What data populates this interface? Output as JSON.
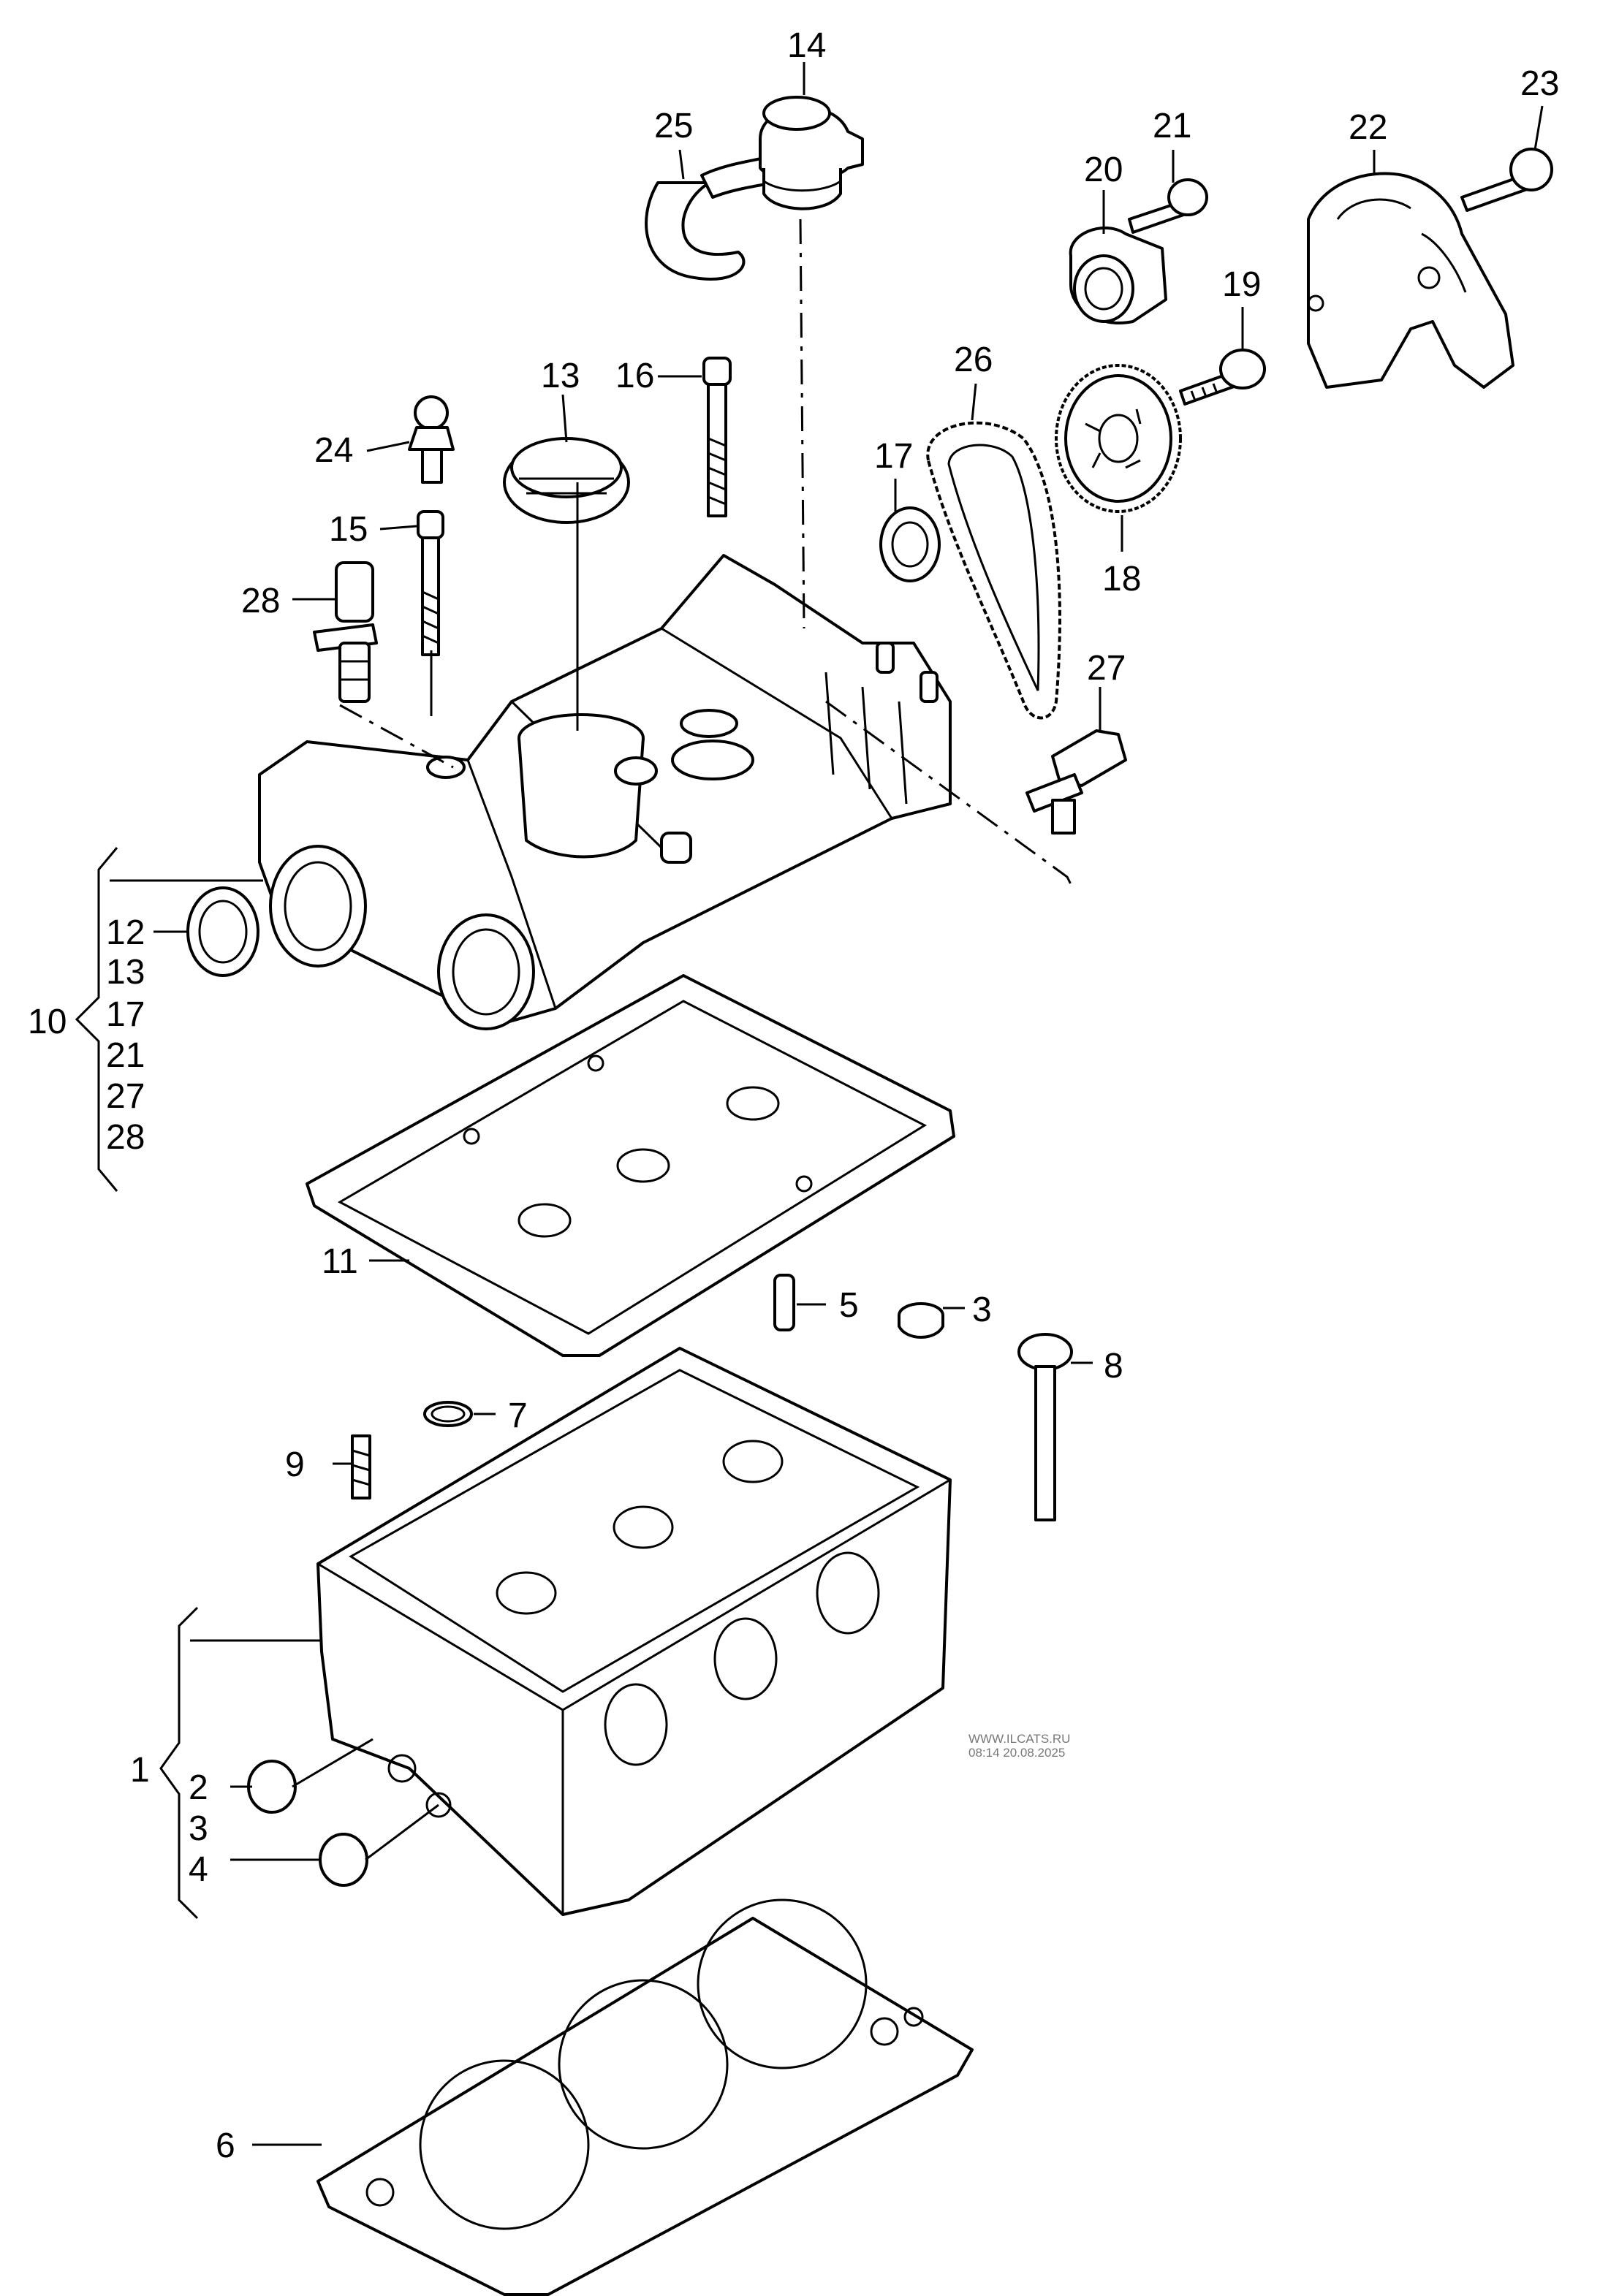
{
  "callouts": {
    "c1": "1",
    "c2": "2",
    "c3": "3",
    "c3b": "3",
    "c4": "4",
    "c5": "5",
    "c6": "6",
    "c7": "7",
    "c8": "8",
    "c9": "9",
    "c10": "10",
    "c11": "11",
    "c12": "12",
    "c13": "13",
    "c13b": "13",
    "c14": "14",
    "c15": "15",
    "c16": "16",
    "c17": "17",
    "c17b": "17",
    "c18": "18",
    "c19": "19",
    "c20": "20",
    "c21": "21",
    "c21b": "21",
    "c22": "22",
    "c23": "23",
    "c24": "24",
    "c25": "25",
    "c26": "26",
    "c27": "27",
    "c27b": "27",
    "c28": "28",
    "c28b": "28"
  },
  "watermark": {
    "line1": "WWW.ILCATS.RU",
    "line2": "08:14 20.08.2025"
  }
}
